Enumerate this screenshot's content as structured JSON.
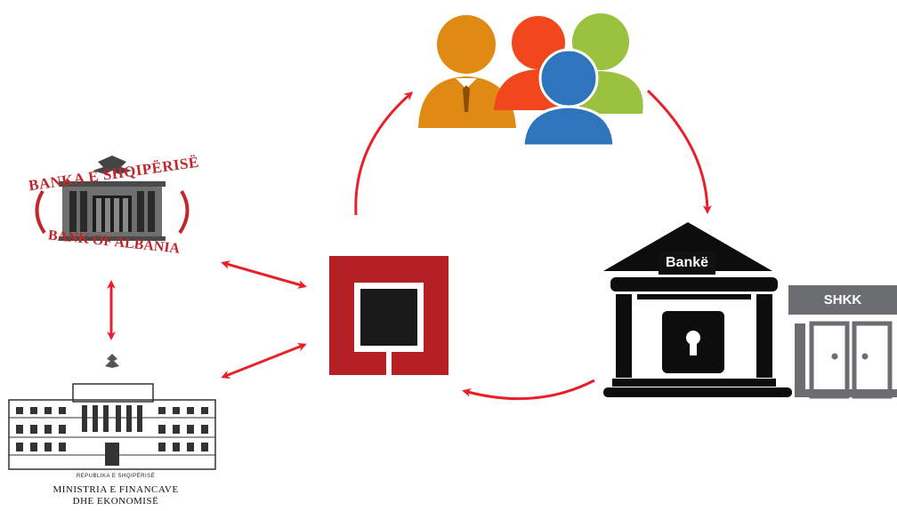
{
  "bank_of_albania": {
    "top_text": "BANKA E SHQIPËRISË",
    "bottom_text": "BANK OF ALBANIA"
  },
  "ministry": {
    "line1": "REPUBLIKA E SHQIPËRISË",
    "line2": "MINISTRIA E FINANCAVE",
    "line3": "DHE EKONOMISË"
  },
  "bank": {
    "label": "Bankë"
  },
  "shkk": {
    "label": "SHKK"
  },
  "colors": {
    "arrow": "#e8202a",
    "central_box": "#b52024",
    "person_orange": "#df8a12",
    "person_red": "#f2461c",
    "person_green": "#9bc23e",
    "person_blue": "#2f75bd",
    "bank_black": "#0d0d0d",
    "shkk_gray": "#6b6d70"
  }
}
